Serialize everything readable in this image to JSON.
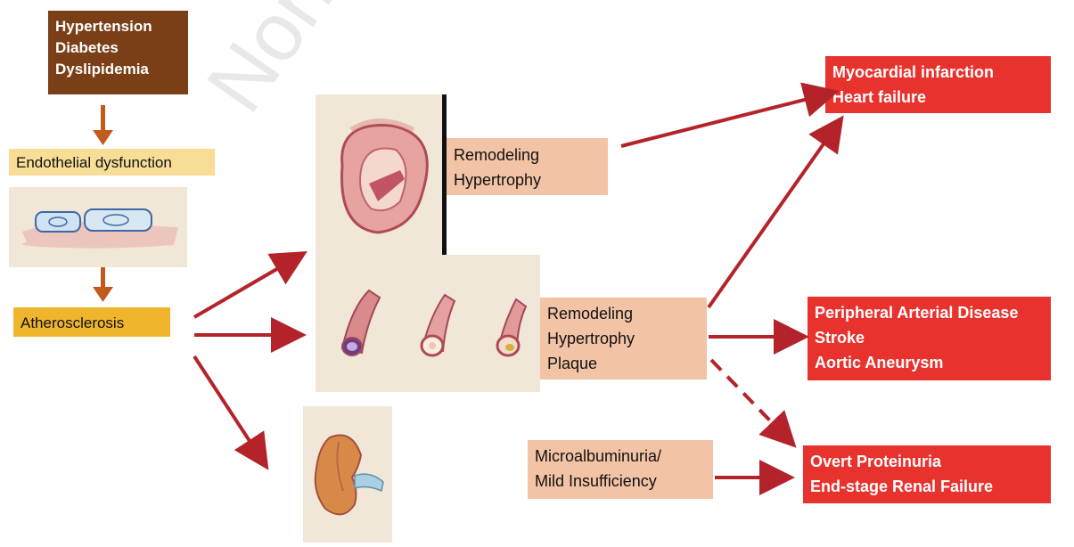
{
  "risk_factors": {
    "lines": "Hypertension\nDiabetes\nDyslipidemia"
  },
  "endothelial_dysfunction": {
    "label": "Endothelial dysfunction"
  },
  "atherosclerosis": {
    "label": "Atherosclerosis"
  },
  "cardiac_remodeling": {
    "lines": "Remodeling\nHypertrophy"
  },
  "vascular_remodeling": {
    "lines": "Remodeling\nHypertrophy\nPlaque"
  },
  "renal_early": {
    "lines": "Microalbuminuria/\nMild Insufficiency"
  },
  "outcomes": {
    "cardiac": "Myocardial infarction\nHeart failure",
    "vascular": "Peripheral Arterial Disease\nStroke\nAortic Aneurysm",
    "renal": "Overt Proteinuria\nEnd-stage Renal Failure"
  },
  "watermark": "Non-c",
  "colors": {
    "arrow": "#b4232a",
    "small_arrow": "#c25a1e",
    "risk_box": "#7a3f17",
    "endothelial_box": "#f8dd97",
    "athero_box": "#efb52c",
    "stage_box": "#f3c3a5",
    "outcome_box": "#e8322e"
  }
}
